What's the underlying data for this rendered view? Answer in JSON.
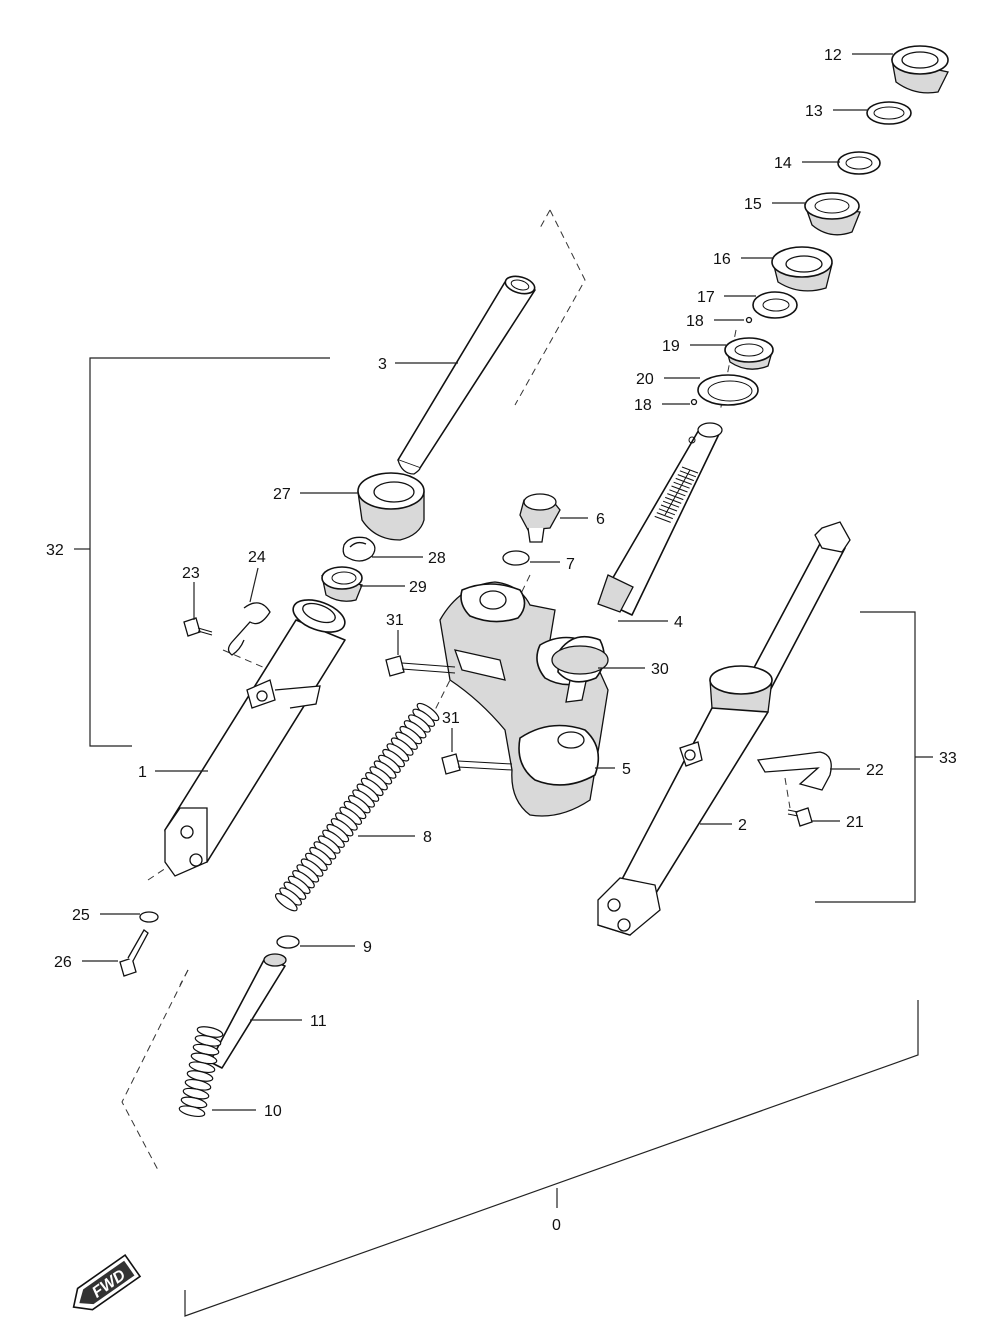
{
  "diagram": {
    "callouts": {
      "c0": "0",
      "c1": "1",
      "c2": "2",
      "c3": "3",
      "c4": "4",
      "c5": "5",
      "c6": "6",
      "c7": "7",
      "c8": "8",
      "c9": "9",
      "c10": "10",
      "c11": "11",
      "c12": "12",
      "c13": "13",
      "c14": "14",
      "c15": "15",
      "c16": "16",
      "c17": "17",
      "c18a": "18",
      "c18b": "18",
      "c19": "19",
      "c20": "20",
      "c21": "21",
      "c22": "22",
      "c23": "23",
      "c24": "24",
      "c25": "25",
      "c26": "26",
      "c27": "27",
      "c28": "28",
      "c29": "29",
      "c30": "30",
      "c31a": "31",
      "c31b": "31",
      "c32": "32",
      "c33": "33"
    },
    "direction_badge": "FWD"
  }
}
